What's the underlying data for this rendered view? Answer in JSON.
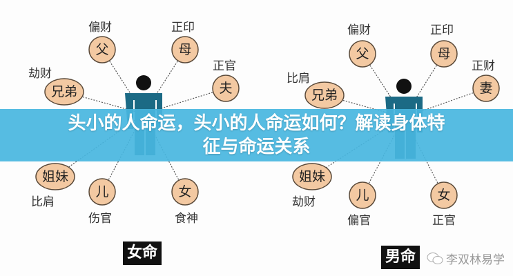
{
  "banner": {
    "title": "头小的人命运，头小的人命运如何？解读身体特征与命运关系",
    "color": "#48b6e0"
  },
  "female_chart": {
    "badge": "女命",
    "nodes": [
      {
        "id": "father",
        "text": "父",
        "label": "偏财"
      },
      {
        "id": "mother",
        "text": "母",
        "label": "正印"
      },
      {
        "id": "brothers",
        "text": "兄弟",
        "label": "劫财"
      },
      {
        "id": "sisters",
        "text": "姐妹",
        "label": "比肩"
      },
      {
        "id": "husband",
        "text": "夫",
        "label": "正官"
      },
      {
        "id": "son",
        "text": "儿",
        "label": "伤官"
      },
      {
        "id": "daughter",
        "text": "女",
        "label": "食神"
      }
    ]
  },
  "male_chart": {
    "badge": "男命",
    "nodes": [
      {
        "id": "father",
        "text": "父",
        "label": "偏财"
      },
      {
        "id": "mother",
        "text": "母",
        "label": "正印"
      },
      {
        "id": "brothers",
        "text": "兄弟",
        "label": "比肩"
      },
      {
        "id": "sisters",
        "text": "姐妹",
        "label": "劫财"
      },
      {
        "id": "wife",
        "text": "妻",
        "label": "正财"
      },
      {
        "id": "son",
        "text": "儿",
        "label": "偏官"
      },
      {
        "id": "daughter",
        "text": "女",
        "label": "正官"
      }
    ]
  },
  "watermark": {
    "text": "李双林易学",
    "icon": "wechat-icon"
  },
  "colors": {
    "node_fill": "#f3c9a2",
    "person": "#1b6a85"
  }
}
